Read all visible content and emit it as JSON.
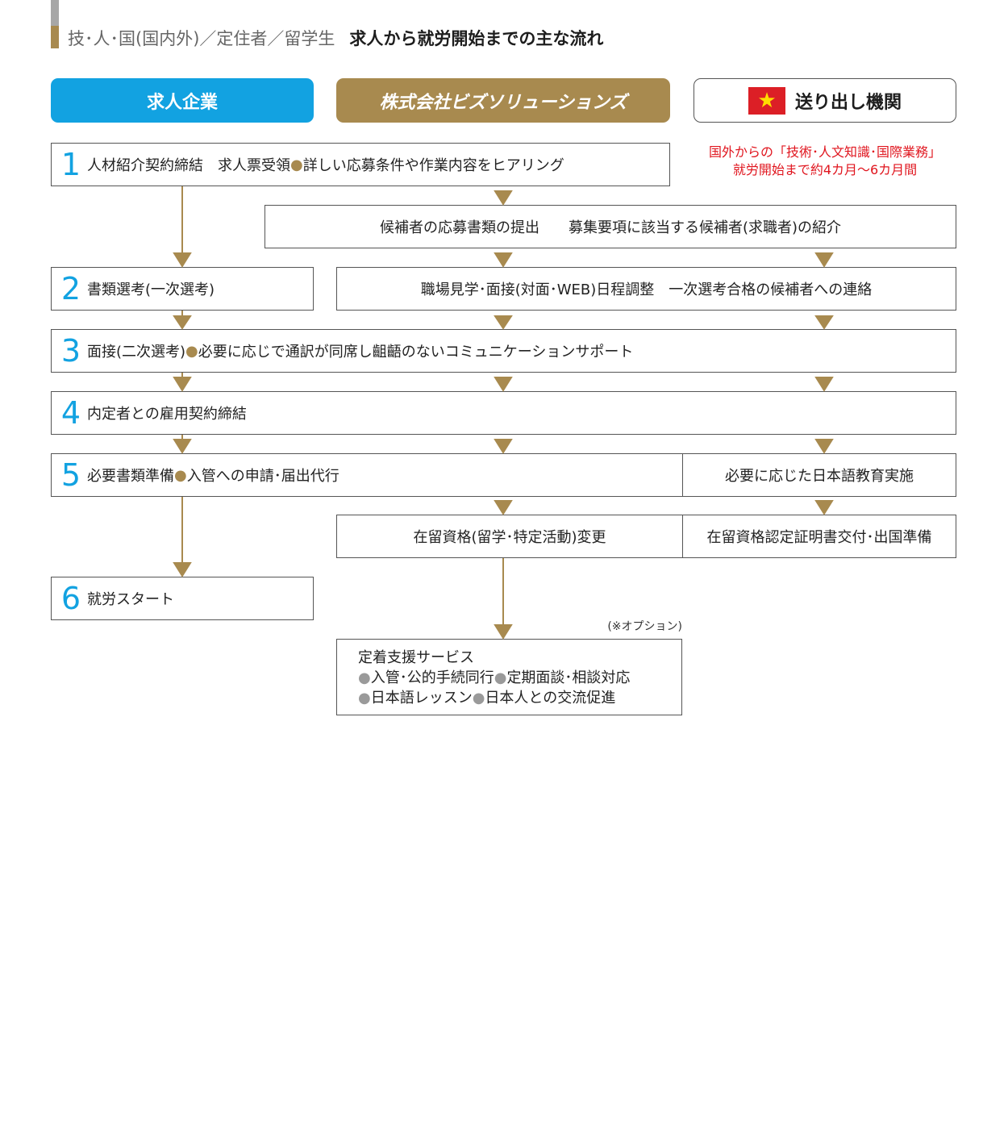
{
  "title": {
    "prefix": "技･人･国(国内外)／定住者／留学生",
    "main": "求人から就労開始までの主な流れ"
  },
  "headers": {
    "employer": "求人企業",
    "company": "株式会社ビズソリューションズ",
    "sending": "送り出し機関"
  },
  "note": {
    "line1": "国外からの「技術･人文知識･国際業務」",
    "line2": "就労開始まで約4カ月〜6カ月間"
  },
  "steps": {
    "s1": {
      "num": "1",
      "text": "人材紹介契約締結　求人票受領",
      "text2": "詳しい応募条件や作業内容をヒアリング"
    },
    "candidates": "候補者の応募書類の提出　　募集要項に該当する候補者(求職者)の紹介",
    "s2": {
      "num": "2",
      "text": "書類選考(一次選考)"
    },
    "interview_sched": "職場見学･面接(対面･WEB)日程調整　一次選考合格の候補者への連絡",
    "s3": {
      "num": "3",
      "text": "面接(二次選考)",
      "text2": "必要に応じで通訳が同席し齟齬のないコミュニケーションサポート"
    },
    "s4": {
      "num": "4",
      "text": "内定者との雇用契約締結"
    },
    "s5": {
      "num": "5",
      "text": "必要書類準備",
      "text2": "入管への申請･届出代行"
    },
    "japanese": "必要に応じた日本語教育実施",
    "status_change": "在留資格(留学･特定活動)変更",
    "coe": "在留資格認定証明書交付･出国準備",
    "s6": {
      "num": "6",
      "text": "就労スタート"
    }
  },
  "bullet": "●",
  "flag_star": "★",
  "option": {
    "note": "(※オプション)",
    "title": "定着支援サービス",
    "items": [
      "入管･公的手続同行",
      "定期面談･相談対応",
      "日本語レッスン",
      "日本人との交流促進"
    ]
  },
  "colors": {
    "blue": "#12a2e1",
    "gold": "#a88a4f",
    "red": "#e0151e",
    "border": "#555555"
  }
}
